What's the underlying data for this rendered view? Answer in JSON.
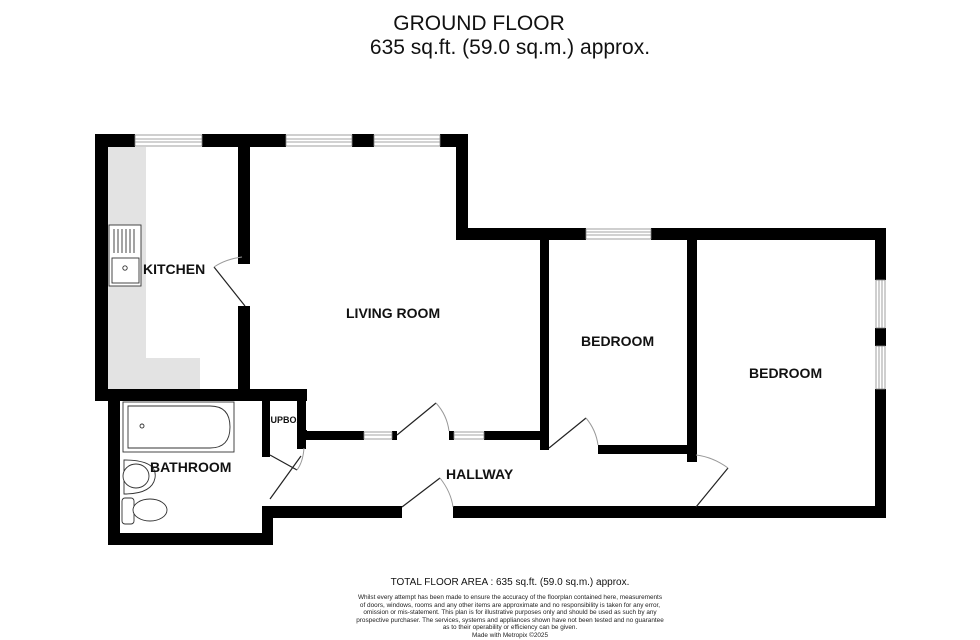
{
  "header": {
    "floor_name": "GROUND FLOOR",
    "floor_area": "635 sq.ft. (59.0 sq.m.) approx."
  },
  "rooms": [
    {
      "id": "kitchen",
      "label": "KITCHEN"
    },
    {
      "id": "living-room",
      "label": "LIVING ROOM"
    },
    {
      "id": "bedroom-1",
      "label": "BEDROOM"
    },
    {
      "id": "bedroom-2",
      "label": "BEDROOM"
    },
    {
      "id": "bathroom",
      "label": "BATHROOM"
    },
    {
      "id": "cupboard",
      "label": "CUPBOARD"
    },
    {
      "id": "hallway",
      "label": "HALLWAY"
    }
  ],
  "footer": {
    "total_area": "TOTAL FLOOR AREA : 635 sq.ft. (59.0 sq.m.) approx.",
    "disclaimer_lines": [
      "Whilst every attempt has been made to ensure the accuracy of the floorplan contained here, measurements",
      "of doors, windows, rooms and any other items are approximate and no responsibility is taken for any error,",
      "omission or mis-statement. This plan is for illustrative purposes only and should be used as such by any",
      "prospective purchaser. The services, systems and appliances shown have not been tested and no guarantee",
      "as to their operability or efficiency can be given."
    ],
    "credit": "Made with Metropix ©2025"
  },
  "colors": {
    "wall": "#000000",
    "worktop": "#e3e3e3",
    "window_line": "#888888",
    "door_arc": "#999999"
  }
}
